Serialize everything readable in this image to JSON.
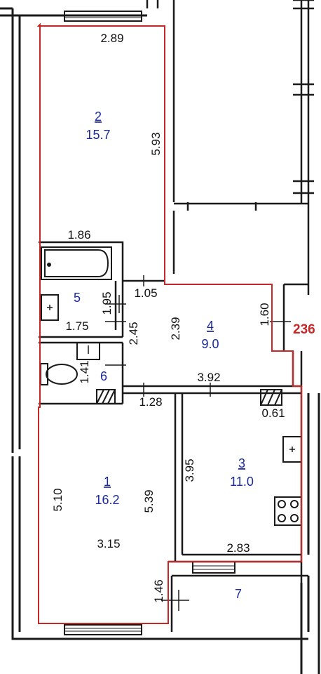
{
  "colors": {
    "wall": "#1a1a1a",
    "outline": "#c62828",
    "room_label": "#1a2a9c",
    "apt_label": "#c62828",
    "dim_text": "#111111"
  },
  "apartment_number": "236",
  "rooms": {
    "r2": {
      "number": "2",
      "area": "15.7"
    },
    "r5": {
      "number": "5"
    },
    "r4": {
      "number": "4",
      "area": "9.0"
    },
    "r6": {
      "number": "6"
    },
    "r1": {
      "number": "1",
      "area": "16.2"
    },
    "r3": {
      "number": "3",
      "area": "11.0"
    },
    "r7": {
      "number": "7"
    }
  },
  "dimensions": {
    "d_289": "2.89",
    "d_593": "5.93",
    "d_186": "1.86",
    "d_105": "1.05",
    "d_195": "1.95",
    "d_175": "1.75",
    "d_245": "2.45",
    "d_239": "2.39",
    "d_160": "1.60",
    "d_141": "1.41",
    "d_392": "3.92",
    "d_128": "1.28",
    "d_061": "0.61",
    "d_510": "5.10",
    "d_539": "5.39",
    "d_395": "3.95",
    "d_315": "3.15",
    "d_283": "2.83",
    "d_146": "1.46"
  }
}
